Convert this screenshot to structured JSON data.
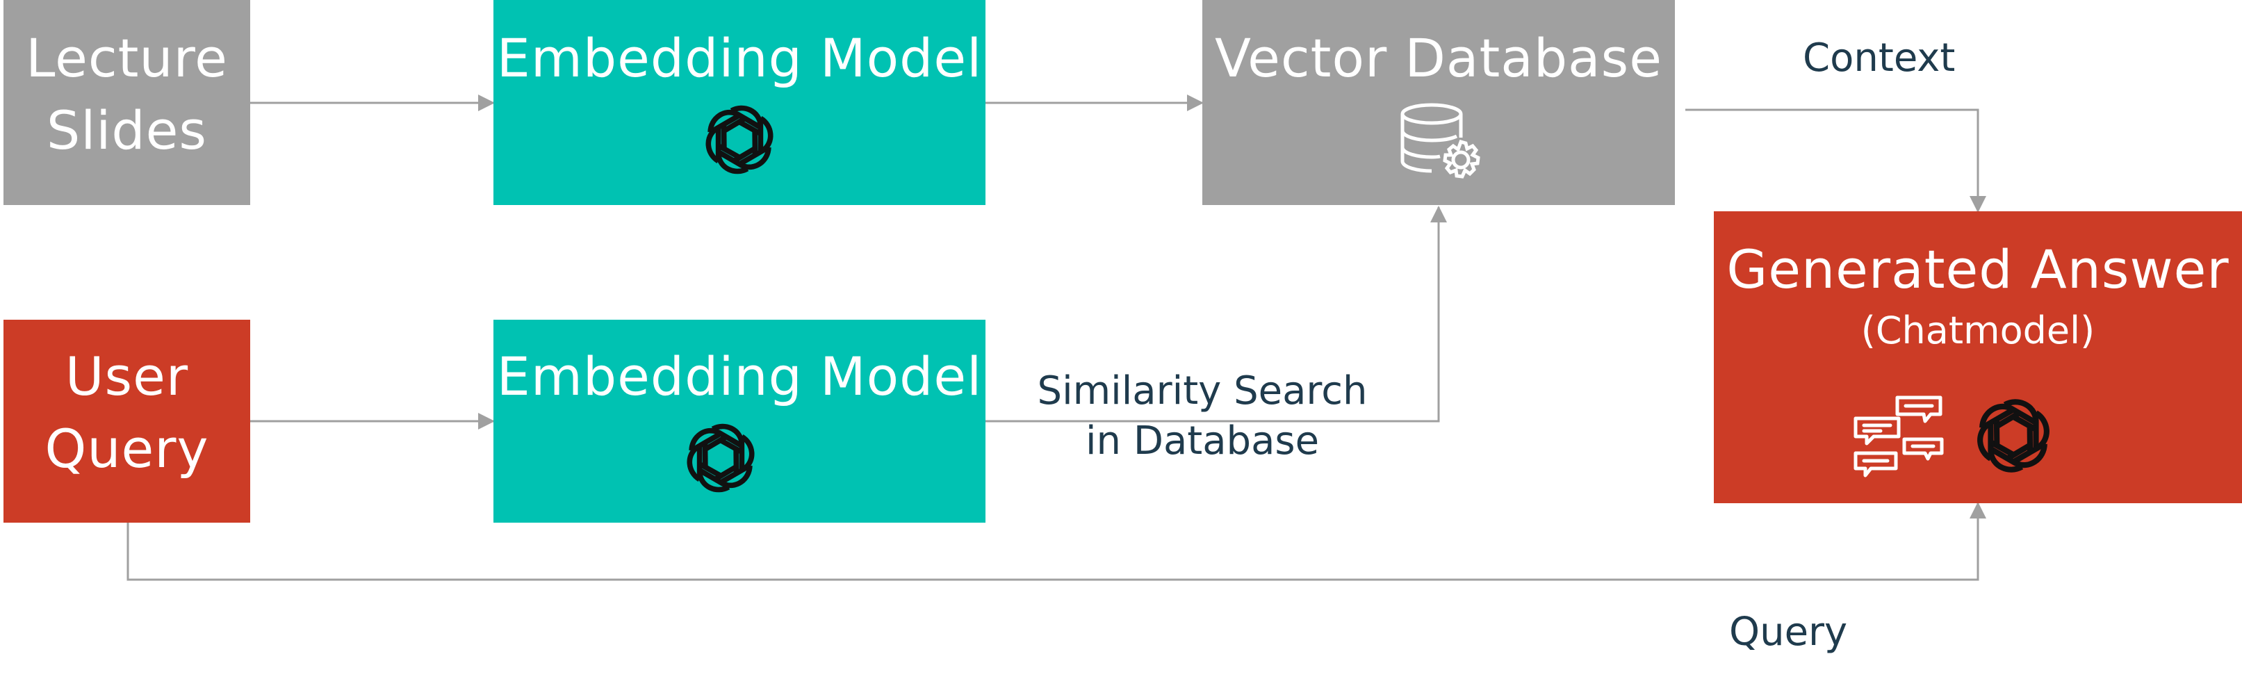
{
  "nodes": {
    "lecture_slides": {
      "line1": "Lecture",
      "line2": "Slides"
    },
    "embedding_top": {
      "label": "Embedding Model",
      "icon": "openai-logo-icon"
    },
    "vector_db": {
      "label": "Vector Database",
      "icon": "database-gear-icon"
    },
    "user_query": {
      "line1": "User",
      "line2": "Query"
    },
    "embedding_bottom": {
      "label": "Embedding Model",
      "icon": "openai-logo-icon"
    },
    "generated_answer": {
      "label": "Generated Answer",
      "sublabel": "(Chatmodel)",
      "icons": [
        "chat-bubbles-icon",
        "openai-logo-icon"
      ]
    }
  },
  "edges": {
    "context": "Context",
    "similarity_line1": "Similarity Search",
    "similarity_line2": "in Database",
    "query": "Query"
  },
  "colors": {
    "gray": "#a0a0a0",
    "teal": "#00c2b2",
    "red": "#cc3c26",
    "arrow": "#a0a0a0",
    "edge_text": "#1f3b4d"
  }
}
